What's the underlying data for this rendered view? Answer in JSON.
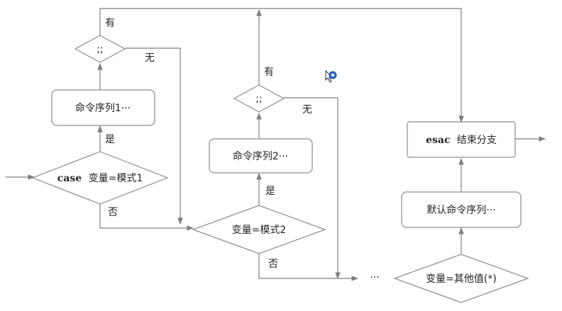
{
  "nodes": {
    "decision1": "case 变量=模式1",
    "decision1_keyword": "case",
    "decision1_rest": "变量=模式1",
    "process1": "命令序列1···",
    "check1": ";;",
    "decision2": "变量=模式2",
    "process2": "命令序列2···",
    "check2": ";;",
    "default_decision": "变量=其他值(*)",
    "default_process": "默认命令序列···",
    "end_keyword": "esac",
    "end_rest": "结束分支",
    "ellipsis": "···"
  },
  "edge_labels": {
    "yes": "是",
    "no": "否",
    "have": "有",
    "none": "无"
  },
  "colors": {
    "line": "#7f7f7f",
    "box_border": "#8c8c8c",
    "cursor_accent": "#2a6fd6"
  },
  "icons": [
    "cursor-icon"
  ]
}
